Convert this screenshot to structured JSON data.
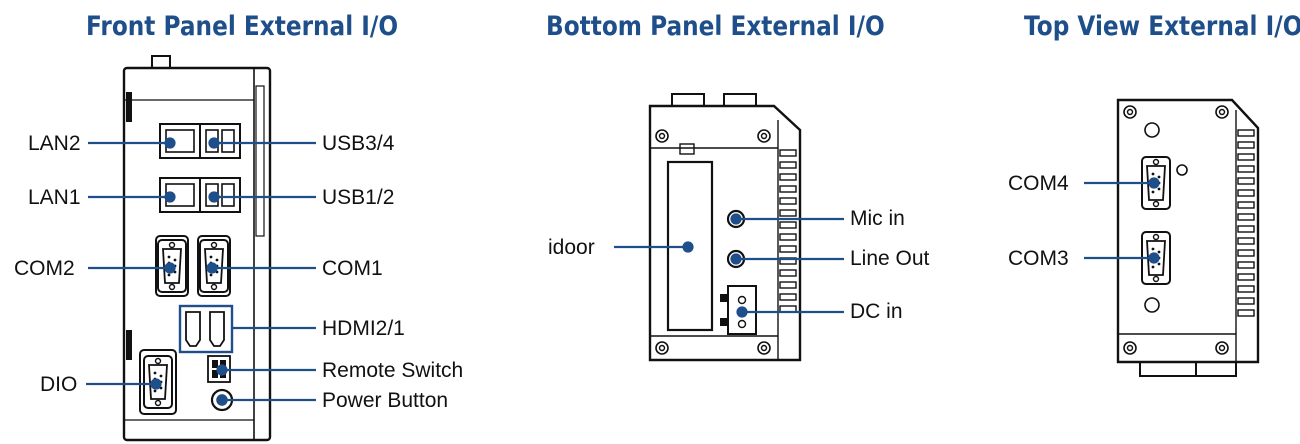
{
  "diagram": {
    "accent_color": "#1e4f8a",
    "line_color": "#1e4f8a",
    "panels": [
      {
        "title": "Front Panel External I/O",
        "callouts": [
          "LAN2",
          "LAN1",
          "COM2",
          "DIO",
          "USB3/4",
          "USB1/2",
          "COM1",
          "HDMI2/1",
          "Remote Switch",
          "Power Button"
        ]
      },
      {
        "title": "Bottom Panel External I/O",
        "callouts": [
          "idoor",
          "Mic in",
          "Line Out",
          "DC in"
        ]
      },
      {
        "title": "Top View External I/O",
        "callouts": [
          "COM4",
          "COM3"
        ]
      }
    ]
  }
}
